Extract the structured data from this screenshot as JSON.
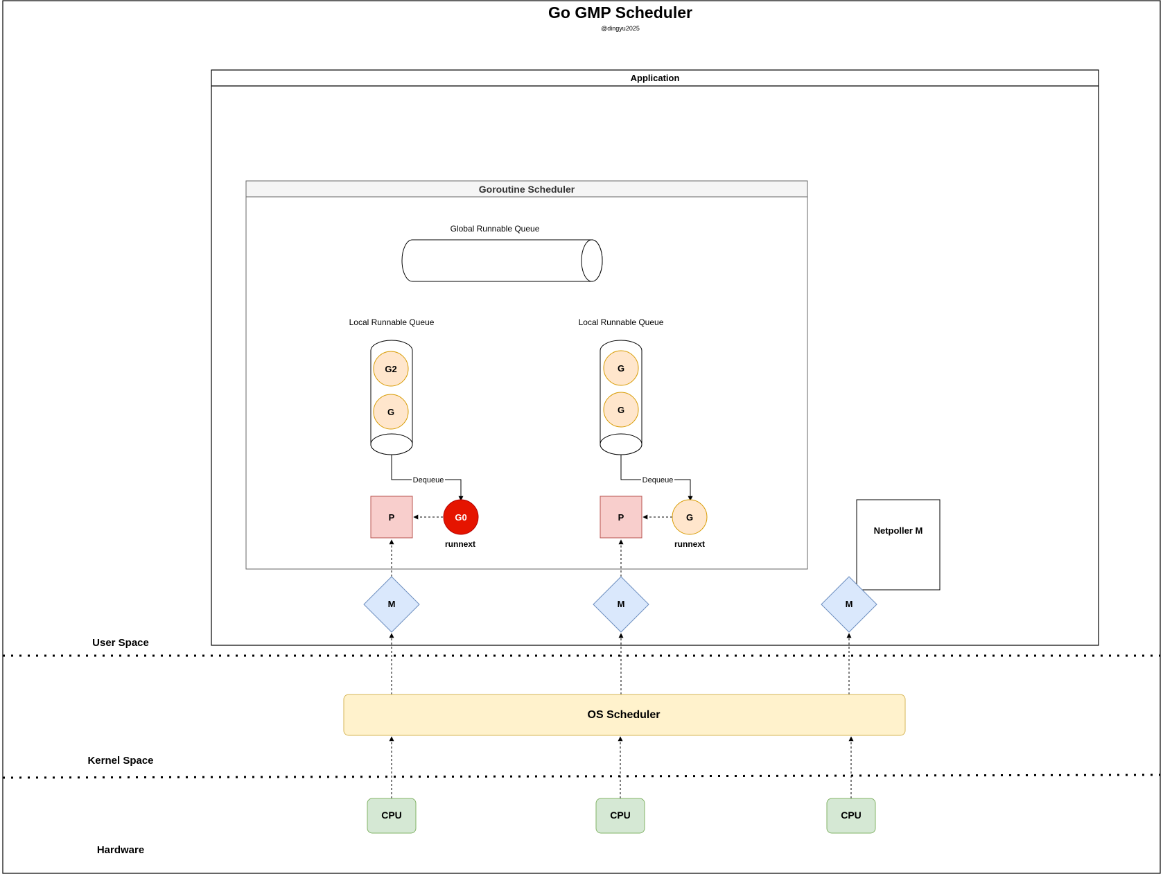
{
  "title": "Go GMP Scheduler",
  "subtitle": "@dingyu2025",
  "application": {
    "label": "Application"
  },
  "goroutine_scheduler": {
    "label": "Goroutine Scheduler",
    "global_queue_label": "Global Runnable Queue",
    "local_queues": [
      {
        "label": "Local Runnable Queue",
        "goroutines": [
          "G2",
          "G"
        ],
        "edge_label": "Dequeue",
        "runnext": {
          "label": "G0",
          "caption": "runnext",
          "style": "active"
        },
        "processor": "P"
      },
      {
        "label": "Local Runnable Queue",
        "goroutines": [
          "G",
          "G"
        ],
        "edge_label": "Dequeue",
        "runnext": {
          "label": "G",
          "caption": "runnext",
          "style": "normal"
        },
        "processor": "P"
      }
    ]
  },
  "netpoller": {
    "label": "Netpoller M"
  },
  "machines": [
    "M",
    "M",
    "M"
  ],
  "os_scheduler": {
    "label": "OS Scheduler"
  },
  "cpus": [
    "CPU",
    "CPU",
    "CPU"
  ],
  "layers": {
    "user": "User Space",
    "kernel": "Kernel Space",
    "hardware": "Hardware"
  },
  "colors": {
    "goroutine_fill": "#ffe6cc",
    "goroutine_stroke": "#d79b00",
    "active_goroutine_fill": "#e51400",
    "active_goroutine_stroke": "#b20000",
    "processor_fill": "#f8cecc",
    "processor_stroke": "#b85450",
    "machine_fill": "#dae8fc",
    "machine_stroke": "#6c8ebf",
    "os_fill": "#fff2cc",
    "os_stroke": "#d6b656",
    "cpu_fill": "#d5e8d4",
    "cpu_stroke": "#82b366"
  }
}
